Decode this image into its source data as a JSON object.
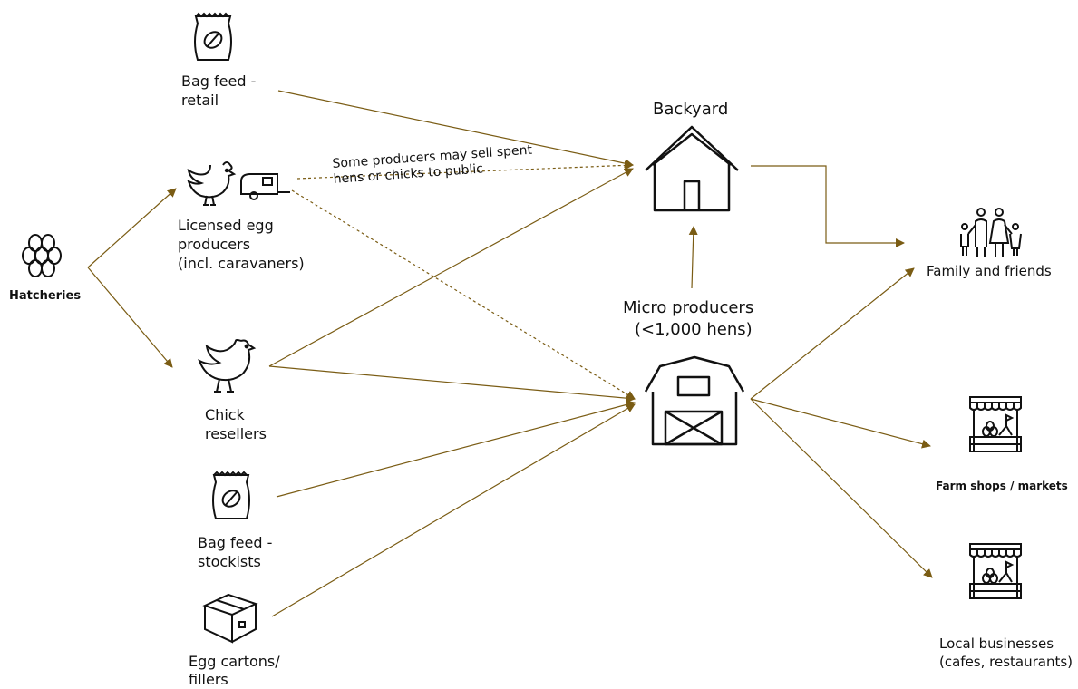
{
  "nodes": {
    "hatcheries": "Hatcheries",
    "bag_feed_retail": [
      "Bag feed -",
      "retail"
    ],
    "licensed_egg_producers": [
      "Licensed egg",
      "producers",
      "(incl. caravaners)"
    ],
    "chick_resellers": [
      "Chick",
      "resellers"
    ],
    "bag_feed_stockists": [
      "Bag feed -",
      "stockists"
    ],
    "egg_cartons": [
      "Egg cartons/",
      "fillers"
    ],
    "backyard": "Backyard",
    "micro_producers": [
      "Micro producers",
      "(<1,000 hens)"
    ],
    "family_and_friends": "Family and friends",
    "farm_shops": "Farm shops / markets",
    "local_businesses": [
      "Local businesses",
      "(cafes, restaurants)"
    ]
  },
  "annotation": [
    "Some producers may sell spent",
    "hens or chicks to public"
  ],
  "colors": {
    "arrow": "#7a5c14",
    "icon": "#111111"
  },
  "icons": {
    "hatcheries": "eggs-icon",
    "bag_feed_retail": "feed-bag-icon",
    "licensed_egg_producers": "hen-icon",
    "caravan": "caravan-icon",
    "chick_resellers": "chicken-icon",
    "bag_feed_stockists": "feed-bag-icon",
    "egg_cartons": "box-icon",
    "backyard": "house-icon",
    "micro_producers": "barn-icon",
    "family_and_friends": "family-icon",
    "farm_shops": "market-stall-icon",
    "local_businesses": "market-stall-icon"
  }
}
